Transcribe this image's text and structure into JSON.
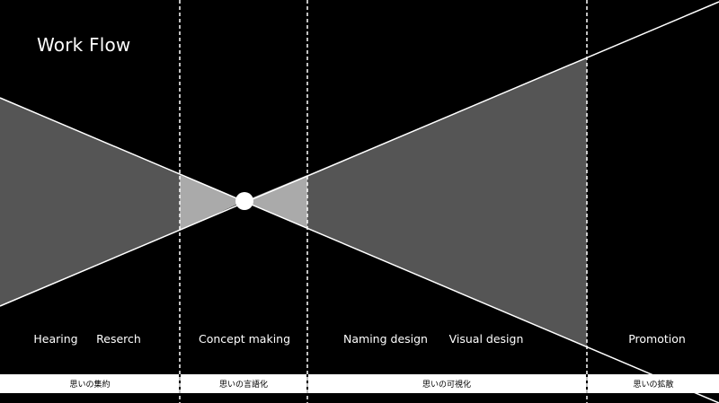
{
  "title": "Work Flow",
  "stages": [
    {
      "label": "Hearing"
    },
    {
      "label": "Reserch"
    },
    {
      "label": "Concept making"
    },
    {
      "label": "Naming design"
    },
    {
      "label": "Visual design"
    },
    {
      "label": "Promotion"
    }
  ],
  "phases": [
    {
      "label": "思いの集約"
    },
    {
      "label": "思いの言語化"
    },
    {
      "label": "思いの可視化"
    },
    {
      "label": "思いの拡散"
    }
  ],
  "colors": {
    "background": "#000000",
    "line": "#ffffff",
    "fill_dark": "#555555",
    "fill_light": "#aaaaaa",
    "band": "#ffffff",
    "band_text": "#000000"
  }
}
